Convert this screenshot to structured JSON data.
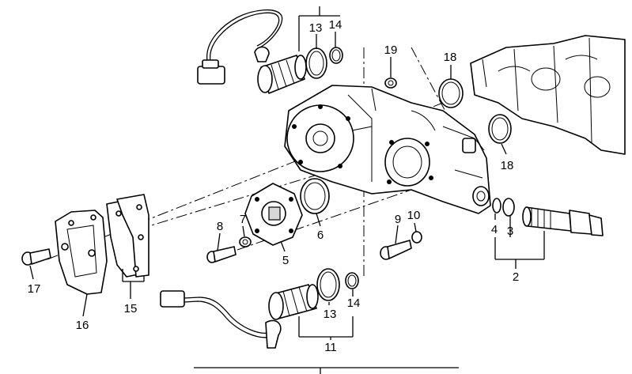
{
  "callouts": {
    "c2": "2",
    "c3": "3",
    "c4": "4",
    "c5": "5",
    "c6": "6",
    "c7": "7",
    "c8": "8",
    "c9": "9",
    "c10": "10",
    "c11": "11",
    "c13a": "13",
    "c13b": "13",
    "c14a": "14",
    "c14b": "14",
    "c15": "15",
    "c16": "16",
    "c17": "17",
    "c18a": "18",
    "c18b": "18",
    "c19": "19"
  }
}
